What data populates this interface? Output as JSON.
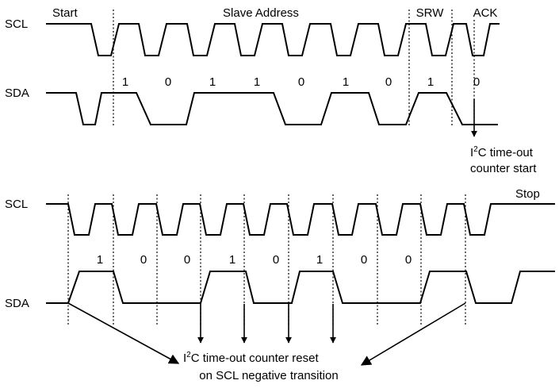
{
  "top": {
    "scl_label": "SCL",
    "sda_label": "SDA",
    "phase_start": "Start",
    "phase_slave_address": "Slave Address",
    "phase_srw": "SRW",
    "phase_ack": "ACK",
    "bits": [
      "1",
      "0",
      "1",
      "1",
      "0",
      "1",
      "0",
      "1",
      "0"
    ],
    "note_line1_i": "I",
    "note_line1_sup": "2",
    "note_line1_rest": "C time-out",
    "note_line2": "counter start"
  },
  "bottom": {
    "scl_label": "SCL",
    "sda_label": "SDA",
    "phase_stop": "Stop",
    "bits": [
      "1",
      "0",
      "0",
      "1",
      "0",
      "1",
      "0",
      "0"
    ],
    "note_line1_i": "I",
    "note_line1_sup": "2",
    "note_line1_rest": "C time-out counter reset",
    "note_line2": "on SCL negative transition"
  }
}
